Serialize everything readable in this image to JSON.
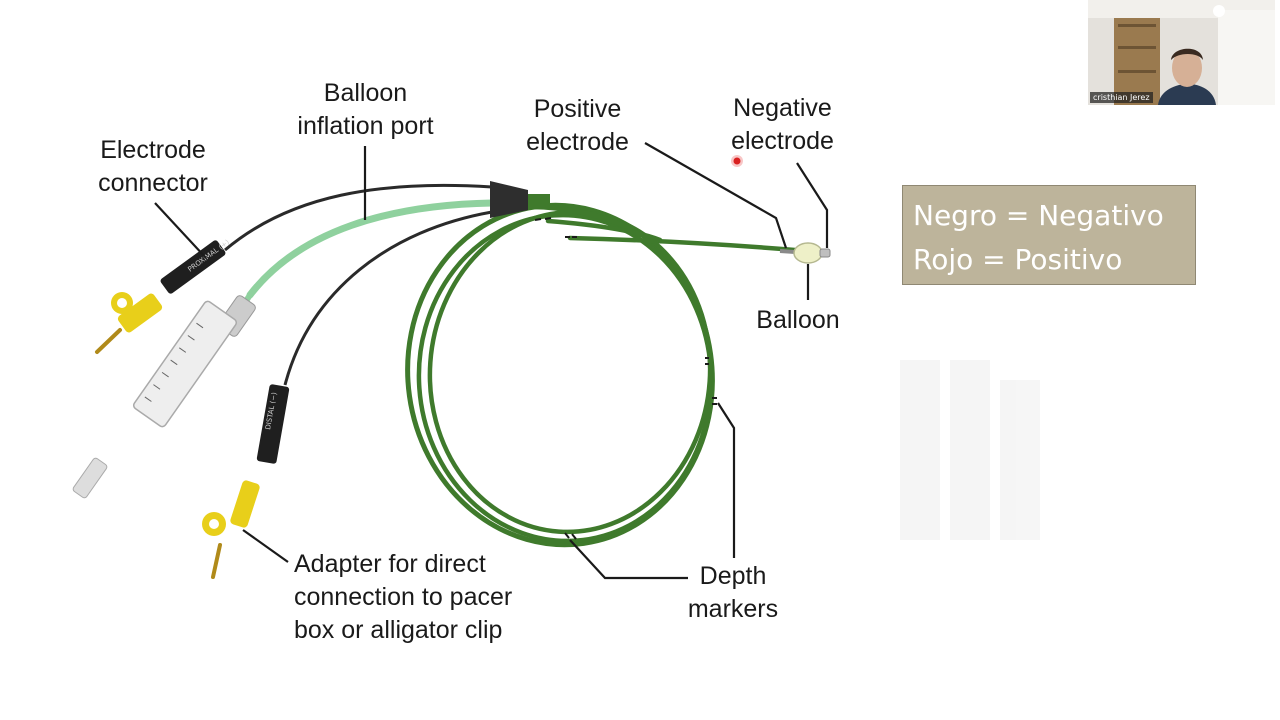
{
  "diagram": {
    "labels": {
      "electrode_connector": [
        "Electrode",
        "connector"
      ],
      "balloon_inflation_port": [
        "Balloon",
        "inflation port"
      ],
      "positive_electrode": [
        "Positive",
        "electrode"
      ],
      "negative_electrode": [
        "Negative",
        "electrode"
      ],
      "balloon": "Balloon",
      "adapter": [
        "Adapter for direct",
        "connection to pacer",
        "box or alligator clip"
      ],
      "depth_markers": [
        "Depth",
        "markers"
      ],
      "proximal_tag": "PROXIMAL (+)",
      "distal_tag": "DISTAL (−)"
    },
    "colors": {
      "catheter_green": "#3f7a2c",
      "balloon_port_green": "#8fd19e",
      "connector_yellow": "#e8cf1a",
      "cable_black": "#2a2a2a",
      "pointer_red": "#d92020"
    }
  },
  "legend": {
    "line1": "Negro = Negativo",
    "line2": "Rojo = Positivo",
    "background": "#bdb49b"
  },
  "webcam": {
    "participant_name": "cristhian Jerez"
  }
}
